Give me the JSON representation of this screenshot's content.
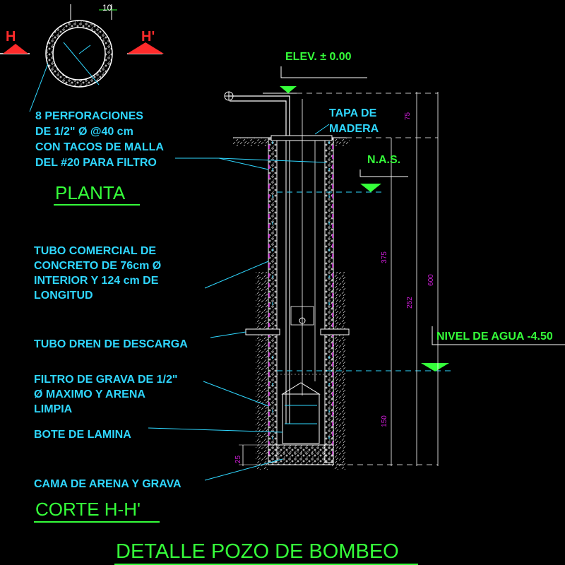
{
  "plan": {
    "perforation_note": [
      "8 PERFORACIONES",
      "DE 1/2\" Ø @40 cm",
      "CON TACOS DE MALLA",
      "DEL #20 PARA FILTRO"
    ],
    "title": "PLANTA",
    "dim_10": "10",
    "section_left": "H",
    "section_right": "H'"
  },
  "section": {
    "elev_label": "ELEV. ± 0.00",
    "tapa_label": [
      "TAPA DE",
      "MADERA"
    ],
    "nas_label": "N.A.S.",
    "water_label": "NIVEL DE AGUA -4.50",
    "notes": {
      "tubo_comercial": [
        "TUBO COMERCIAL DE",
        "CONCRETO DE 76cm Ø",
        "INTERIOR Y 124 cm DE",
        "LONGITUD"
      ],
      "tubo_dren": "TUBO DREN DE DESCARGA",
      "filtro": [
        "FILTRO DE GRAVA DE 1/2\"",
        "Ø MAXIMO Y ARENA",
        "LIMPIA"
      ],
      "bote": "BOTE DE LAMINA",
      "cama": "CAMA DE ARENA Y GRAVA"
    },
    "dims": {
      "d75": "75",
      "d375": "375",
      "d252": "252",
      "d600": "600",
      "d150": "150",
      "d25": "25"
    },
    "title": "CORTE H-H'"
  },
  "sheet_title": "DETALLE POZO DE BOMBEO",
  "colors": {
    "background": "#000000",
    "annotation": "#2fd7ff",
    "title": "#35ff3a",
    "section_mark": "#ff2b2b",
    "dimension": "#d21ddb",
    "pipe": "#ffffff"
  }
}
